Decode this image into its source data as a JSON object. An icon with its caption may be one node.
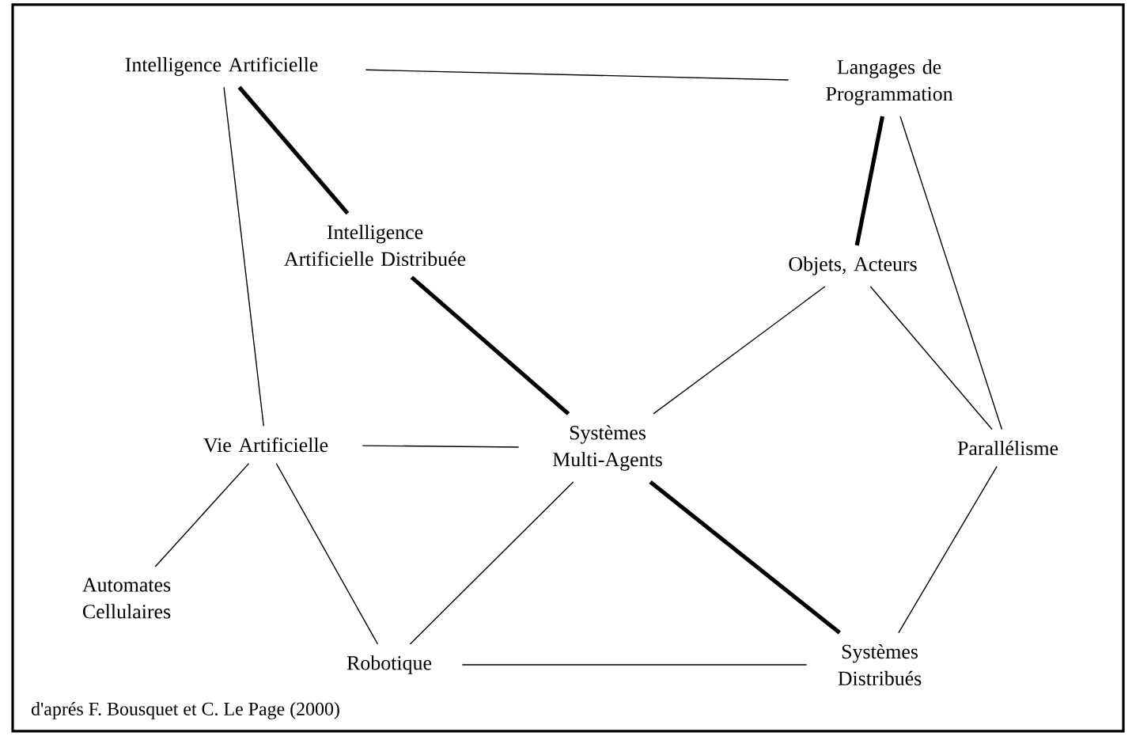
{
  "diagram": {
    "caption": "d'aprés F. Bousquet et C. Le Page (2000)",
    "nodes": [
      {
        "text": [
          "Intelligence Artificielle"
        ]
      },
      {
        "text": [
          "Langages de Programmation"
        ]
      },
      {
        "text": [
          "Intelligence Artificielle Distribuée"
        ]
      },
      {
        "text": [
          "Objets, Acteurs"
        ]
      },
      {
        "text": [
          "Vie Artificielle"
        ]
      },
      {
        "text": [
          "Systèmes Multi-Agents"
        ]
      },
      {
        "text": [
          "Parallélisme"
        ]
      },
      {
        "text": [
          "Automates Cellulaires"
        ]
      },
      {
        "text": [
          "Robotique"
        ]
      },
      {
        "text": [
          "Systèmes Distribués"
        ]
      }
    ],
    "edges": [
      {
        "from": 0,
        "to": 1,
        "arrow": "none"
      },
      {
        "from": 0,
        "to": 2,
        "arrow": "none",
        "style": "thick"
      },
      {
        "from": 0,
        "to": 4,
        "arrow": "none"
      },
      {
        "from": 1,
        "to": 3,
        "arrow": "none",
        "style": "thick"
      },
      {
        "from": 1,
        "to": 6,
        "arrow": "none"
      },
      {
        "from": 2,
        "to": 5,
        "arrow": "none",
        "style": "thick"
      },
      {
        "from": 3,
        "to": 5,
        "arrow": "none"
      },
      {
        "from": 3,
        "to": 6,
        "arrow": "none"
      },
      {
        "from": 4,
        "to": 5,
        "arrow": "none"
      },
      {
        "from": 4,
        "to": 7,
        "arrow": "none"
      },
      {
        "from": 4,
        "to": 8,
        "arrow": "none"
      },
      {
        "from": 5,
        "to": 8,
        "arrow": "none"
      },
      {
        "from": 5,
        "to": 9,
        "arrow": "none",
        "style": "thick"
      },
      {
        "from": 6,
        "to": 9,
        "arrow": "none"
      },
      {
        "from": 8,
        "to": 9,
        "arrow": "none"
      }
    ]
  }
}
